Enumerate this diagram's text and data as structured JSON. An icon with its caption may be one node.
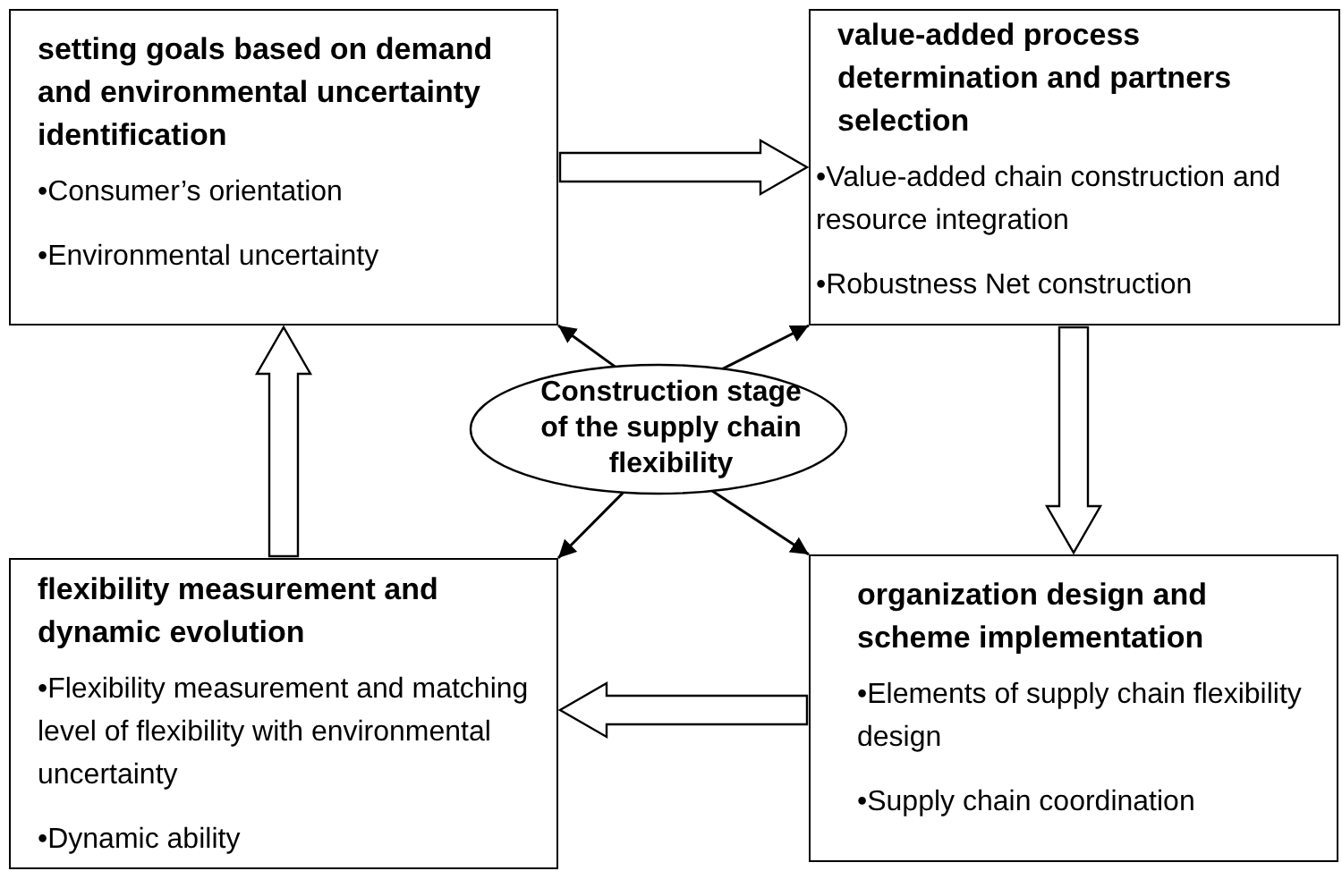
{
  "diagram": {
    "nodes": [
      {
        "text": [
          "setting goals based on demand and environmental uncertainty identification",
          "•Consumer’s orientation",
          "•Environmental uncertainty"
        ]
      },
      {
        "text": [
          "value-added process determination and partners selection",
          "•Value-added chain construction and resource integration",
          "•Robustness Net construction"
        ]
      },
      {
        "text": [
          "Construction stage of the supply chain flexibility"
        ]
      },
      {
        "text": [
          "flexibility measurement and dynamic evolution",
          "•Flexibility measurement and matching level of flexibility with environmental uncertainty",
          "•Dynamic ability"
        ]
      },
      {
        "text": [
          "organization design and scheme implementation",
          "•Elements of supply chain flexibility design",
          "•Supply chain coordination"
        ]
      }
    ],
    "edges": [
      {
        "from": 0,
        "to": 1,
        "arrow": "to",
        "style": "thick"
      },
      {
        "from": 1,
        "to": 4,
        "arrow": "to",
        "style": "thick"
      },
      {
        "from": 4,
        "to": 3,
        "arrow": "to",
        "style": "thick"
      },
      {
        "from": 3,
        "to": 0,
        "arrow": "to",
        "style": "thick"
      },
      {
        "from": 2,
        "to": 0,
        "arrow": "to"
      },
      {
        "from": 2,
        "to": 1,
        "arrow": "to"
      },
      {
        "from": 2,
        "to": 3,
        "arrow": "to"
      },
      {
        "from": 2,
        "to": 4,
        "arrow": "to"
      }
    ]
  }
}
